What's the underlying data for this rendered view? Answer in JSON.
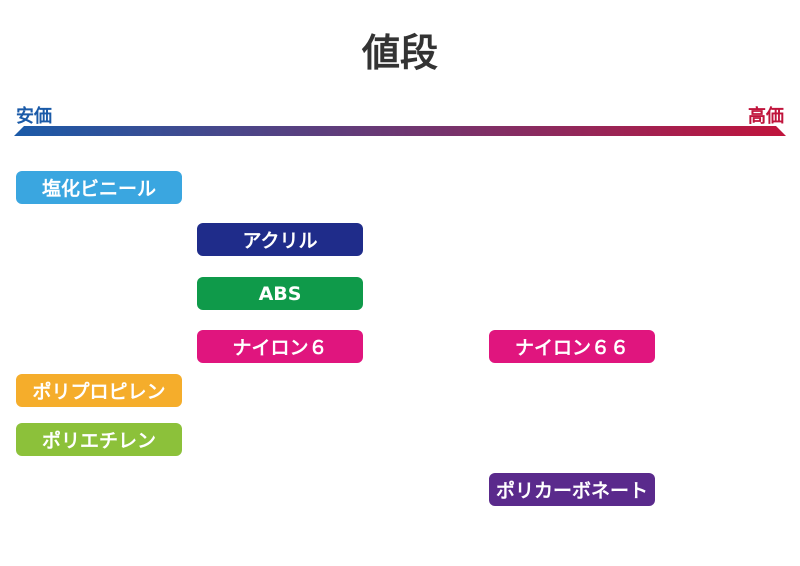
{
  "title": "値段",
  "scale": {
    "low_label": "安価",
    "high_label": "高価",
    "low_color": "#1a5aa8",
    "high_color": "#c0143c"
  },
  "materials": {
    "pvc": {
      "label": "塩化ビニール",
      "color": "#3aa6e0"
    },
    "acrylic": {
      "label": "アクリル",
      "color": "#1f2c8a"
    },
    "abs": {
      "label": "ABS",
      "color": "#0f9a4a"
    },
    "nylon6": {
      "label": "ナイロン６",
      "color": "#e0157e"
    },
    "nylon66": {
      "label": "ナイロン６６",
      "color": "#e0157e"
    },
    "pp": {
      "label": "ポリプロピレン",
      "color": "#f5ad2b"
    },
    "pe": {
      "label": "ポリエチレン",
      "color": "#8cc13a"
    },
    "pc": {
      "label": "ポリカーボネート",
      "color": "#5a2a8c"
    }
  }
}
